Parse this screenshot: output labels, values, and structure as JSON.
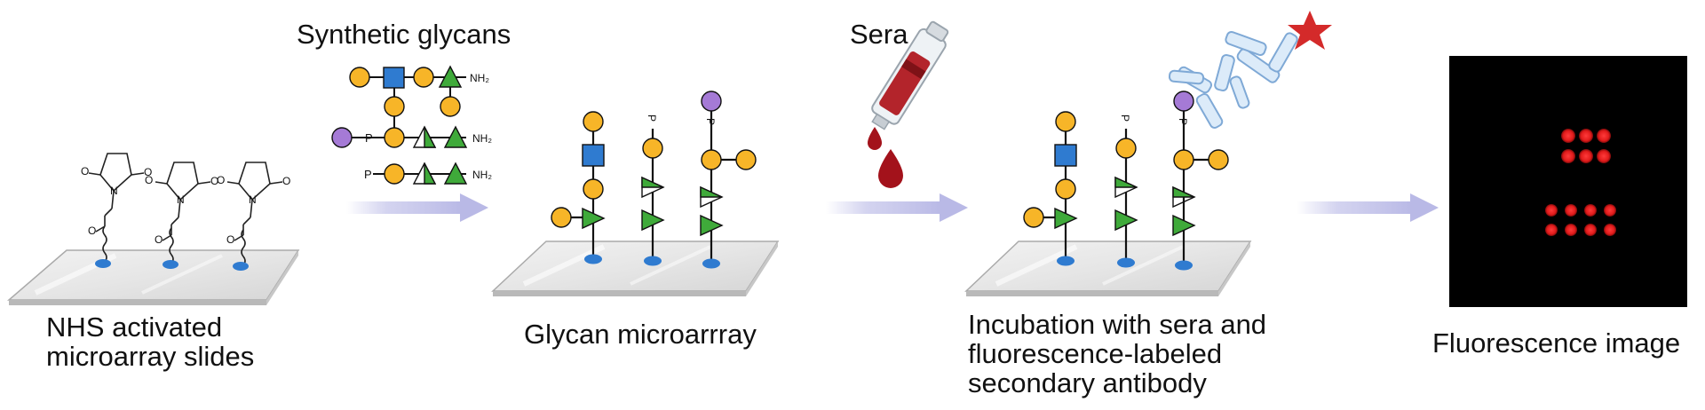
{
  "labels": {
    "synthetic_glycans": "Synthetic glycans",
    "sera": "Sera",
    "slides": [
      "NHS activated",
      "microarray slides"
    ],
    "microarray": "Glycan microarrray",
    "incubation": [
      "Incubation with sera and",
      "fluorescence-labeled",
      "secondary antibody"
    ],
    "fluorescence": "Fluorescence image"
  },
  "chem": {
    "nh2": "NH₂",
    "p": "P",
    "n": "N",
    "o": "O"
  },
  "colors": {
    "galactose_circle": "#f7b528",
    "glcnac_square": "#2f7bd0",
    "fucose_triangle": "#3faa3a",
    "sialic_circle": "#a57ad6",
    "arrow": "#c9c9ec",
    "blood": "#a3121b",
    "star": "#d42a2a",
    "antibody": "#9fc3e8",
    "anchor_dot": "#2f7bd0",
    "spot": "#e11b1b"
  },
  "icons": [
    "syringe-icon",
    "blood-drop-icon",
    "antibody-icon",
    "fluorophore-star-icon"
  ]
}
